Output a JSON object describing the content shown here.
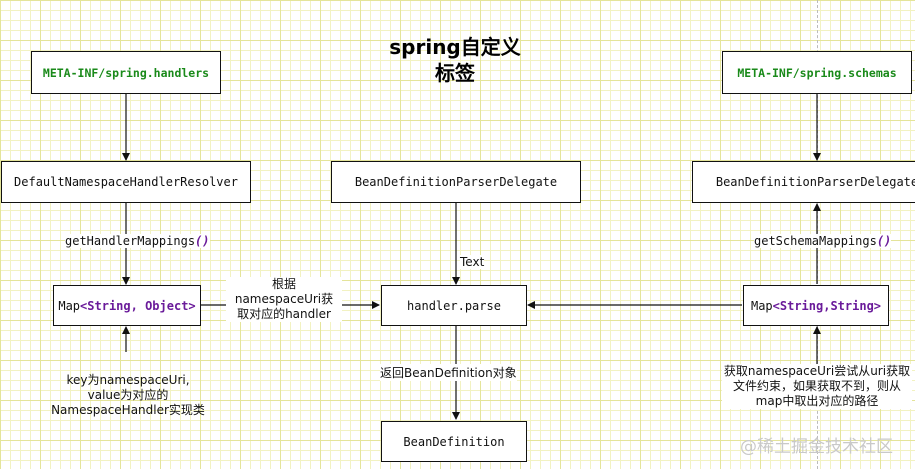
{
  "title_line1": "spring自定义",
  "title_line2": "标签",
  "boxes": {
    "handlers": "META-INF/spring.handlers",
    "schemas": "META-INF/spring.schemas",
    "resolver": "DefaultNamespaceHandlerResolver",
    "delegate_center": "BeanDefinitionParserDelegate",
    "delegate_right": "BeanDefinitionParserDelegate",
    "map_left_prefix": "Map",
    "map_left_generic": "<String, Object>",
    "map_right_prefix": "Map",
    "map_right_generic": "<String,String>",
    "handler_parse": "handler.parse",
    "bean_definition": "BeanDefinition"
  },
  "labels": {
    "get_handler_mappings": "getHandlerMappings",
    "get_handler_mappings_parens": "()",
    "get_schema_mappings": "getSchemaMappings",
    "get_schema_mappings_parens": "()",
    "text": "Text",
    "lookup_line1": "根据",
    "lookup_line2": "namespaceUri获",
    "lookup_line3": "取对应的handler",
    "return_bd": "返回BeanDefinition对象"
  },
  "notes": {
    "left_line1": "key为namespaceUri,",
    "left_line2": "value为对应的",
    "left_line3": "NamespaceHandler实现类",
    "right_line1": "获取namespaceUri尝试从uri获取",
    "right_line2": "文件约束，如果获取不到，则从",
    "right_line3": "map中取出对应的路径"
  },
  "watermark": "@稀土掘金技术社区",
  "colors": {
    "green_text": "#1a8a1a",
    "purple_text": "#6a1b9a",
    "grid": "#f2f2c2"
  }
}
